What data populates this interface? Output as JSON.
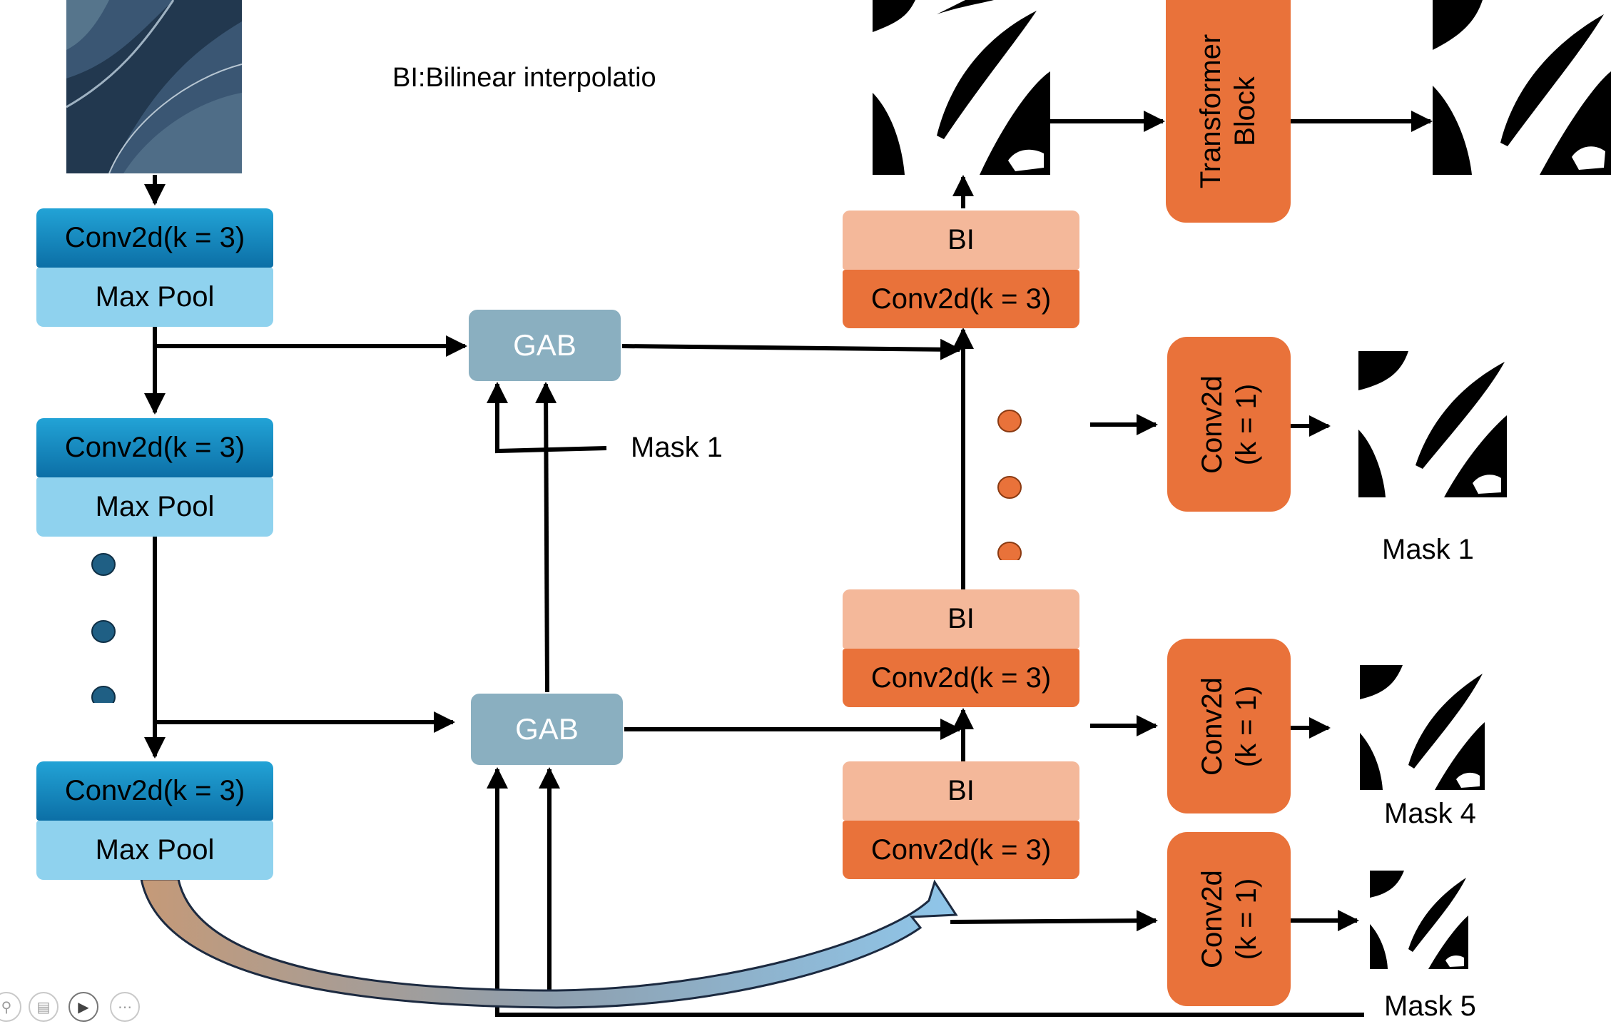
{
  "note": "BI:Bilinear interpolatio",
  "encoder": [
    {
      "conv": "Conv2d(k = 3)",
      "pool": "Max Pool"
    },
    {
      "conv": "Conv2d(k = 3)",
      "pool": "Max Pool"
    },
    {
      "conv": "Conv2d(k = 3)",
      "pool": "Max Pool"
    }
  ],
  "gab": [
    "GAB",
    "GAB"
  ],
  "decoder": [
    {
      "bi": "BI",
      "conv": "Conv2d(k = 3)"
    },
    {
      "bi": "BI",
      "conv": "Conv2d(k = 3)"
    },
    {
      "bi": "BI",
      "conv": "Conv2d(k = 3)"
    }
  ],
  "transformer": {
    "line1": "Transformer",
    "line2": "Block"
  },
  "heads": [
    {
      "line1": "Conv2d",
      "line2": "(k = 1)"
    },
    {
      "line1": "Conv2d",
      "line2": "(k = 1)"
    },
    {
      "line1": "Conv2d",
      "line2": "(k = 1)"
    }
  ],
  "mask_labels": {
    "gab_input": "Mask 1",
    "head1": "Mask 1",
    "head2": "Mask 4",
    "head3": "Mask 5"
  },
  "colors": {
    "encoder_conv": "#1a8cc7",
    "encoder_pool": "#8fd2ee",
    "decoder_bi": "#f4b89a",
    "decoder_conv": "#e9723a",
    "gab": "#8aafc0",
    "dots_blue": "#1f5f84",
    "dots_orange": "#e9723a"
  },
  "controls": [
    "zoom-icon",
    "slides-icon",
    "video-icon",
    "more-icon"
  ]
}
